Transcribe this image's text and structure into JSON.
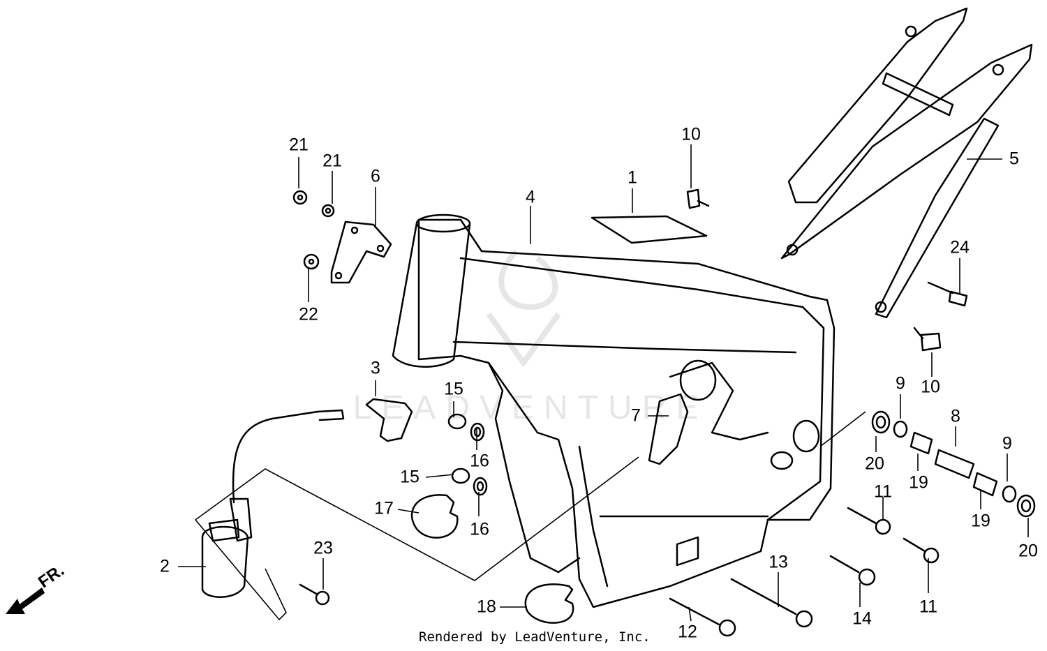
{
  "callouts": [
    {
      "id": "c1",
      "text": "1"
    },
    {
      "id": "c2",
      "text": "2"
    },
    {
      "id": "c3",
      "text": "3"
    },
    {
      "id": "c4",
      "text": "4"
    },
    {
      "id": "c5",
      "text": "5"
    },
    {
      "id": "c6",
      "text": "6"
    },
    {
      "id": "c7",
      "text": "7"
    },
    {
      "id": "c8",
      "text": "8"
    },
    {
      "id": "c9a",
      "text": "9"
    },
    {
      "id": "c9b",
      "text": "9"
    },
    {
      "id": "c10a",
      "text": "10"
    },
    {
      "id": "c10b",
      "text": "10"
    },
    {
      "id": "c11a",
      "text": "11"
    },
    {
      "id": "c11b",
      "text": "11"
    },
    {
      "id": "c12",
      "text": "12"
    },
    {
      "id": "c13",
      "text": "13"
    },
    {
      "id": "c14",
      "text": "14"
    },
    {
      "id": "c15a",
      "text": "15"
    },
    {
      "id": "c15b",
      "text": "15"
    },
    {
      "id": "c16a",
      "text": "16"
    },
    {
      "id": "c16b",
      "text": "16"
    },
    {
      "id": "c17",
      "text": "17"
    },
    {
      "id": "c18",
      "text": "18"
    },
    {
      "id": "c19a",
      "text": "19"
    },
    {
      "id": "c19b",
      "text": "19"
    },
    {
      "id": "c20a",
      "text": "20"
    },
    {
      "id": "c20b",
      "text": "20"
    },
    {
      "id": "c21a",
      "text": "21"
    },
    {
      "id": "c21b",
      "text": "21"
    },
    {
      "id": "c22",
      "text": "22"
    },
    {
      "id": "c23",
      "text": "23"
    },
    {
      "id": "c24",
      "text": "24"
    }
  ],
  "direction_label": "FR.",
  "credit": "Rendered by LeadVenture, Inc.",
  "watermark": "LEADVENTURE"
}
